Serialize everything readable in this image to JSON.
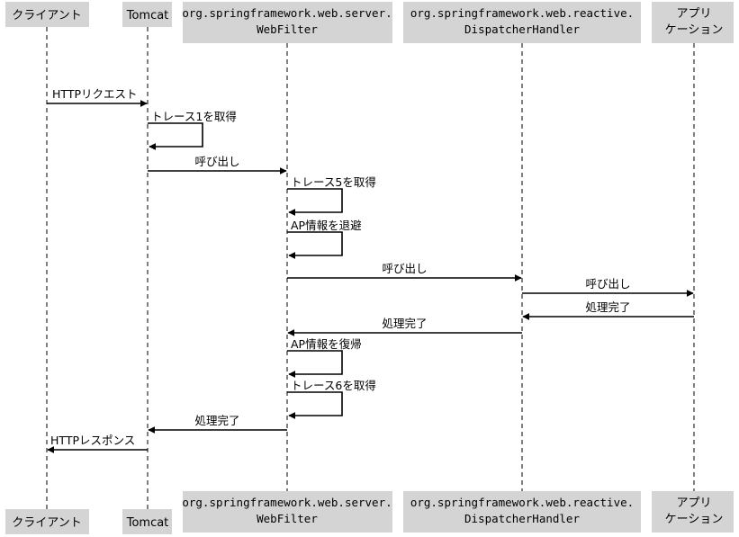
{
  "participants": [
    {
      "id": "client",
      "lines": [
        "クライアント"
      ]
    },
    {
      "id": "tomcat",
      "lines": [
        "Tomcat"
      ]
    },
    {
      "id": "webfilter",
      "lines": [
        "org.springframework.web.server.",
        "WebFilter"
      ]
    },
    {
      "id": "dispatcher",
      "lines": [
        "org.springframework.web.reactive.",
        "DispatcherHandler"
      ]
    },
    {
      "id": "app",
      "lines": [
        "アプリ",
        "ケーション"
      ]
    }
  ],
  "messages": [
    {
      "from": "client",
      "to": "tomcat",
      "label": "HTTPリクエスト"
    },
    {
      "from": "tomcat",
      "to": "tomcat",
      "label": "トレース1を取得"
    },
    {
      "from": "tomcat",
      "to": "webfilter",
      "label": "呼び出し"
    },
    {
      "from": "webfilter",
      "to": "webfilter",
      "label": "トレース5を取得"
    },
    {
      "from": "webfilter",
      "to": "webfilter",
      "label": "AP情報を退避"
    },
    {
      "from": "webfilter",
      "to": "dispatcher",
      "label": "呼び出し"
    },
    {
      "from": "dispatcher",
      "to": "app",
      "label": "呼び出し"
    },
    {
      "from": "app",
      "to": "dispatcher",
      "label": "処理完了"
    },
    {
      "from": "dispatcher",
      "to": "webfilter",
      "label": "処理完了"
    },
    {
      "from": "webfilter",
      "to": "webfilter",
      "label": "AP情報を復帰"
    },
    {
      "from": "webfilter",
      "to": "webfilter",
      "label": "トレース6を取得"
    },
    {
      "from": "webfilter",
      "to": "tomcat",
      "label": "処理完了"
    },
    {
      "from": "tomcat",
      "to": "client",
      "label": "HTTPレスポンス"
    }
  ]
}
